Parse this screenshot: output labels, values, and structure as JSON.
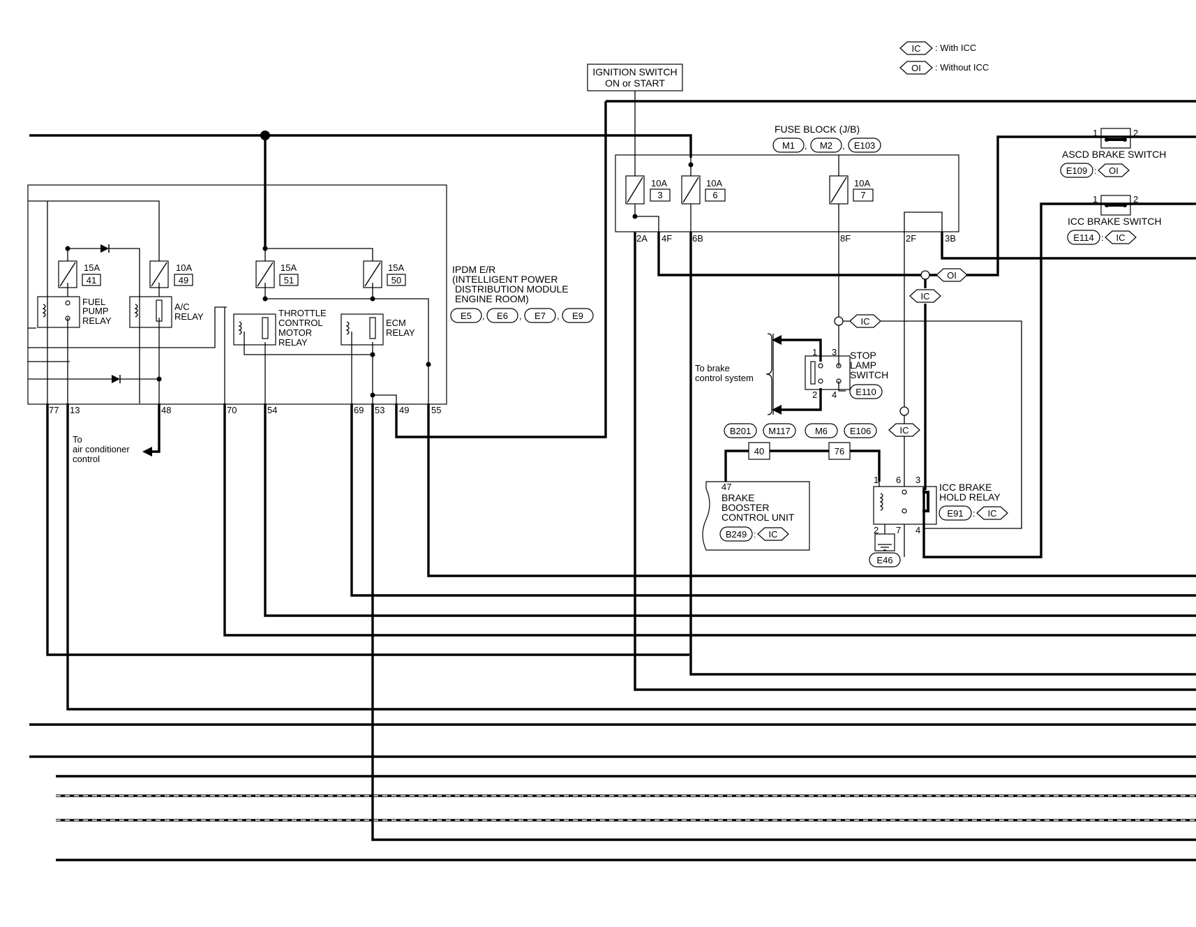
{
  "legend": {
    "ic_code": "IC",
    "ic_text": ": With ICC",
    "oi_code": "OI",
    "oi_text": ": Without ICC"
  },
  "ignition": {
    "line1": "IGNITION SWITCH",
    "line2": "ON or START"
  },
  "fuse_block": {
    "title": "FUSE BLOCK (J/B)",
    "connectors": [
      "M1",
      "M2",
      "E103"
    ],
    "fuses": [
      {
        "amp": "10A",
        "no": "3"
      },
      {
        "amp": "10A",
        "no": "6"
      },
      {
        "amp": "10A",
        "no": "7"
      }
    ],
    "pins": [
      "2A",
      "4F",
      "6B",
      "8F",
      "2F",
      "3B"
    ]
  },
  "ipdm": {
    "line1": "IPDM E/R",
    "line2": "(INTELLIGENT POWER",
    "line3": "DISTRIBUTION MODULE",
    "line4": "ENGINE ROOM)",
    "connectors": [
      "E5",
      "E6",
      "E7",
      "E9"
    ],
    "fuses": [
      {
        "amp": "15A",
        "no": "41"
      },
      {
        "amp": "10A",
        "no": "49"
      },
      {
        "amp": "15A",
        "no": "51"
      },
      {
        "amp": "15A",
        "no": "50"
      }
    ],
    "relays": {
      "fuel_pump": [
        "FUEL",
        "PUMP",
        "RELAY"
      ],
      "ac": [
        "A/C",
        "RELAY"
      ],
      "throttle": [
        "THROTTLE",
        "CONTROL",
        "MOTOR",
        "RELAY"
      ],
      "ecm": [
        "ECM",
        "RELAY"
      ]
    },
    "pins": [
      "77",
      "13",
      "48",
      "70",
      "54",
      "69",
      "53",
      "49",
      "55"
    ]
  },
  "ac_note": [
    "To",
    "air conditioner",
    "control"
  ],
  "ascd_switch": {
    "title": "ASCD BRAKE SWITCH",
    "conn": "E109",
    "code": "OI",
    "pin1": "1",
    "pin2": "2"
  },
  "icc_switch": {
    "title": "ICC BRAKE SWITCH",
    "conn": "E114",
    "code": "IC",
    "pin1": "1",
    "pin2": "2"
  },
  "stop_lamp": {
    "lines": [
      "STOP",
      "LAMP",
      "SWITCH"
    ],
    "conn": "E110",
    "pins": [
      "1",
      "3",
      "2",
      "4"
    ]
  },
  "brake_note": [
    "To brake",
    "control system"
  ],
  "joint_connectors": [
    "B201",
    "M117",
    "M6",
    "E106"
  ],
  "joint_pins": [
    "40",
    "76"
  ],
  "booster": {
    "lines": [
      "BRAKE",
      "BOOSTER",
      "CONTROL UNIT"
    ],
    "pin": "47",
    "conn": "B249",
    "code": "IC"
  },
  "hold_relay": {
    "lines": [
      "ICC BRAKE",
      "HOLD RELAY"
    ],
    "conn": "E91",
    "code": "IC",
    "pins": [
      "1",
      "6",
      "3",
      "2",
      "7",
      "4"
    ]
  },
  "ground": "E46",
  "tags": {
    "ic": "IC",
    "oi": "OI"
  }
}
